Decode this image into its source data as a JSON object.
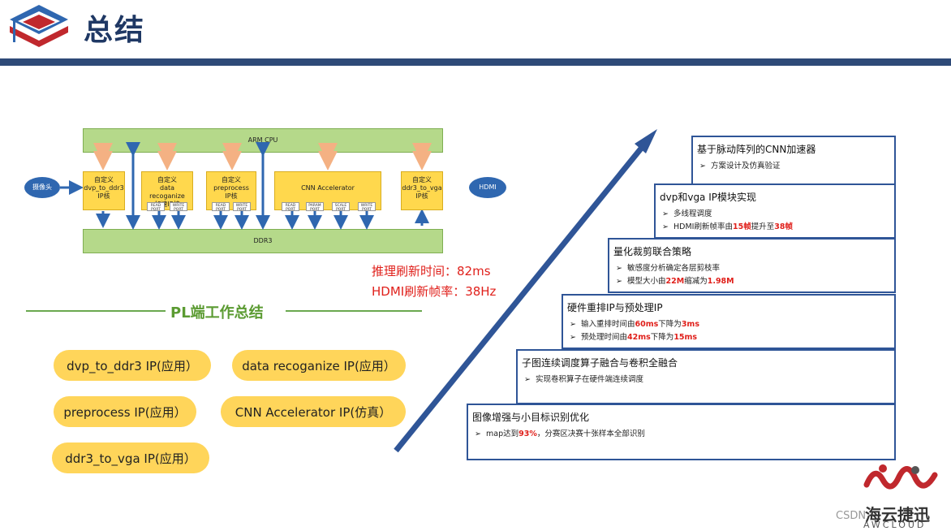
{
  "header": {
    "title": "总结"
  },
  "diagram": {
    "arm": "ARM CPU",
    "ddr": "DDR3",
    "camera": "摄像头",
    "hdmi": "HDMI",
    "boxes": [
      {
        "line1": "自定义",
        "line2": "dvp_to_ddr3",
        "line3": "IP核"
      },
      {
        "line1": "自定义",
        "line2": "data recoganize",
        "line3": "加速IP核"
      },
      {
        "line1": "自定义",
        "line2": "preprocess",
        "line3": "IP核"
      },
      {
        "line1": "",
        "line2": "CNN Accelerator",
        "line3": ""
      },
      {
        "line1": "自定义",
        "line2": "ddr3_to_vga",
        "line3": "IP核"
      }
    ],
    "ports": {
      "read": "READ PORT",
      "write": "WRITE PORT",
      "param": "PARAM PORT",
      "scale": "SCALE PORT"
    }
  },
  "performance": {
    "line1": "推理刷新时间：82ms",
    "line2": "HDMI刷新帧率：38Hz"
  },
  "pl": {
    "title": "PL端工作总结",
    "pills": [
      "dvp_to_ddr3 IP(应用）",
      "data recoganize IP(应用）",
      "preprocess IP(应用）",
      "CNN Accelerator IP(仿真）",
      "ddr3_to_vga IP(应用）"
    ]
  },
  "steps": [
    {
      "title": "基于脉动阵列的CNN加速器",
      "items": [
        {
          "a": "方案设计及仿真验证"
        }
      ]
    },
    {
      "title": "dvp和vga IP模块实现",
      "items": [
        {
          "a": "多线程调度"
        },
        {
          "a": "HDMI刷新帧率由",
          "b": "15帧",
          "c": "提升至",
          "d": "38帧"
        }
      ]
    },
    {
      "title": "量化裁剪联合策略",
      "items": [
        {
          "a": "敏感度分析确定各层剪枝率"
        },
        {
          "a": "模型大小由",
          "b": "22M",
          "c": "缩减为",
          "d": "1.98M"
        }
      ]
    },
    {
      "title": "硬件重排IP与预处理IP",
      "items": [
        {
          "a": "输入重排时间由",
          "b": "60ms",
          "c": "下降为",
          "d": "3ms"
        },
        {
          "a": "预处理时间由",
          "b": "42ms",
          "c": "下降为",
          "d": "15ms"
        }
      ]
    },
    {
      "title": "子图连续调度算子融合与卷积全融合",
      "items": [
        {
          "a": "实现卷积算子在硬件端连续调度"
        }
      ]
    },
    {
      "title": "图像增强与小目标识别优化",
      "items": [
        {
          "a": "map达到",
          "b": "93%",
          "c": "，分赛区决赛十张样本全部识别"
        }
      ]
    }
  ],
  "footer": {
    "brand": "海云捷迅",
    "brand_en": "AWCLOUD",
    "watermark": "CSDN"
  },
  "colors": {
    "navy": "#2e4a78",
    "red": "#e0201b",
    "green": "#5b9b32",
    "pill": "#ffd55a",
    "step_border": "#2f5597"
  }
}
